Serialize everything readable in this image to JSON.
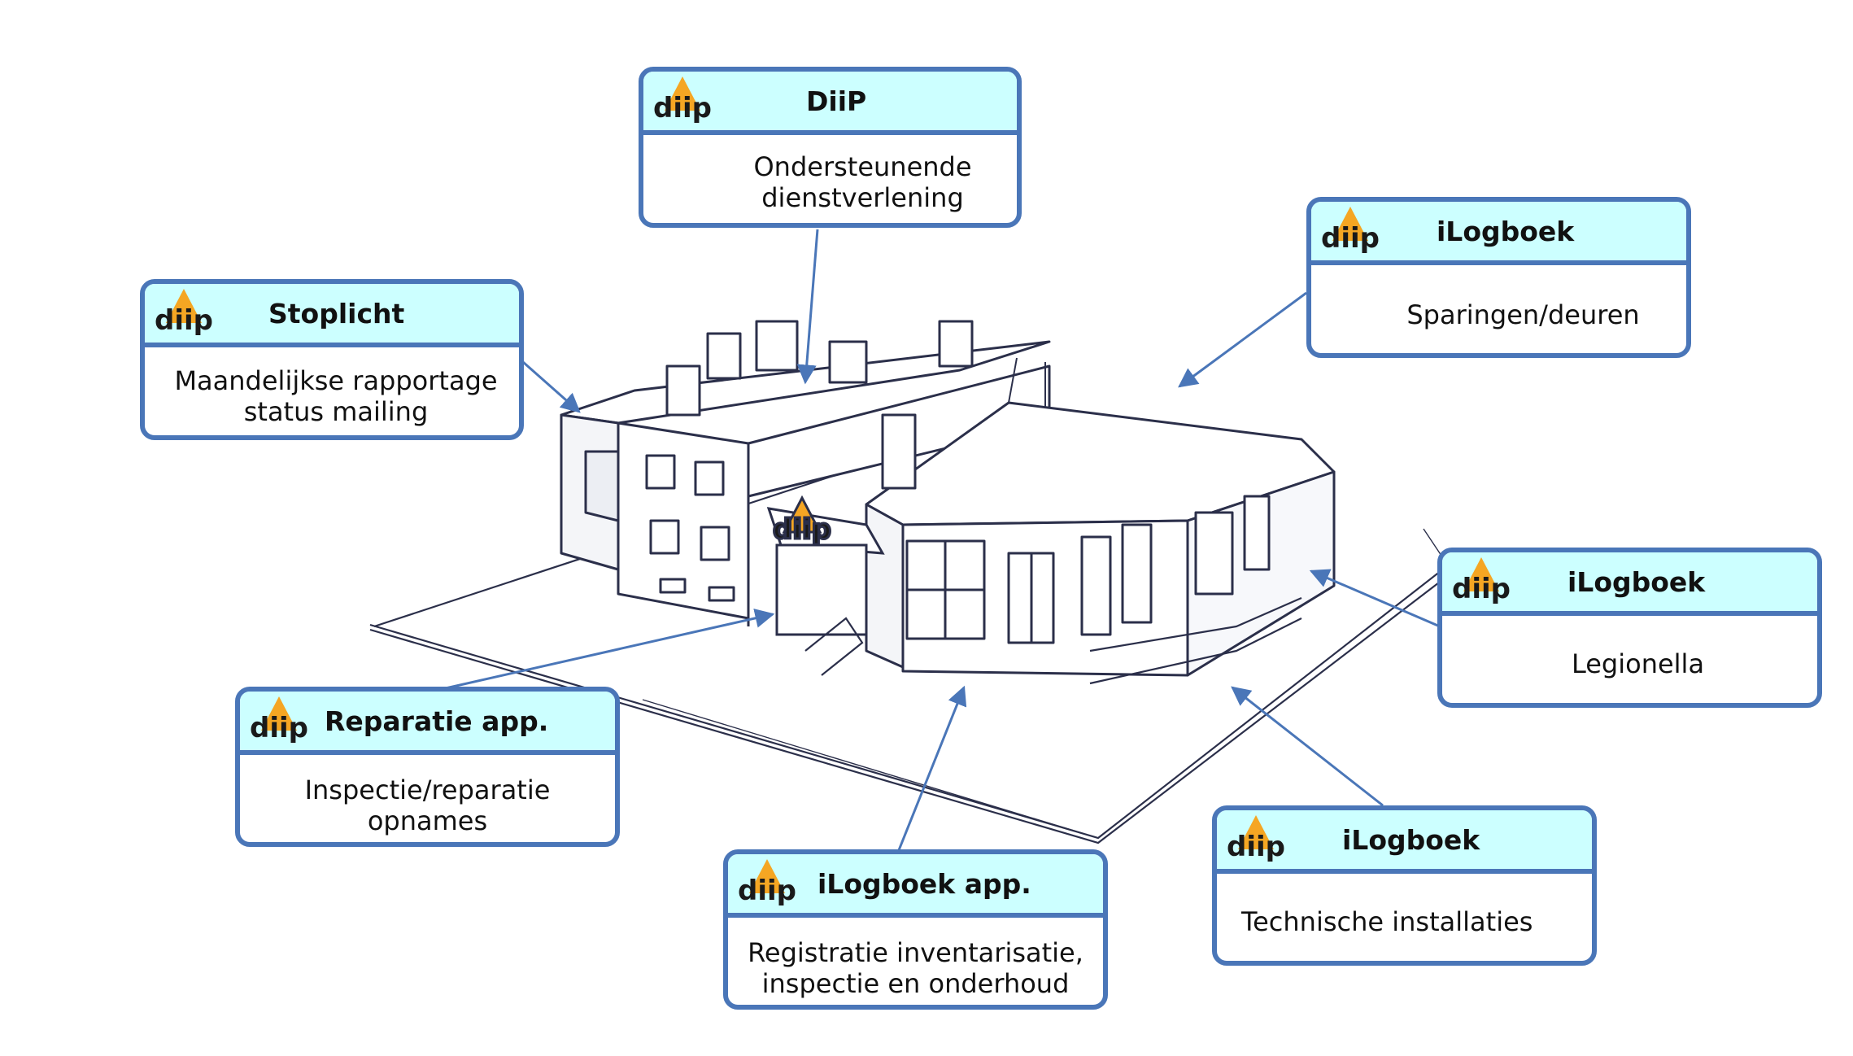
{
  "brand": {
    "logo_text": "diip",
    "accent": "#f5a623",
    "frame": "#4a76b8",
    "header_fill": "#ccffff"
  },
  "cards": {
    "diip": {
      "title": "DiiP",
      "desc_1": "Ondersteunende",
      "desc_2": "dienstverlening"
    },
    "sparingen": {
      "title": "iLogboek",
      "desc_1": "Sparingen/deuren",
      "desc_2": ""
    },
    "stoplicht": {
      "title": "Stoplicht",
      "desc_1": "Maandelijkse rapportage",
      "desc_2": "status mailing"
    },
    "legionella": {
      "title": "iLogboek",
      "desc_1": "Legionella",
      "desc_2": ""
    },
    "reparatie": {
      "title": "Reparatie app.",
      "desc_1": "Inspectie/reparatie",
      "desc_2": "opnames"
    },
    "ilogapp": {
      "title": "iLogboek app.",
      "desc_1": "Registratie inventarisatie,",
      "desc_2": "inspectie en onderhoud"
    },
    "technisch": {
      "title": "iLogboek",
      "desc_1": "Technische installaties",
      "desc_2": ""
    }
  }
}
